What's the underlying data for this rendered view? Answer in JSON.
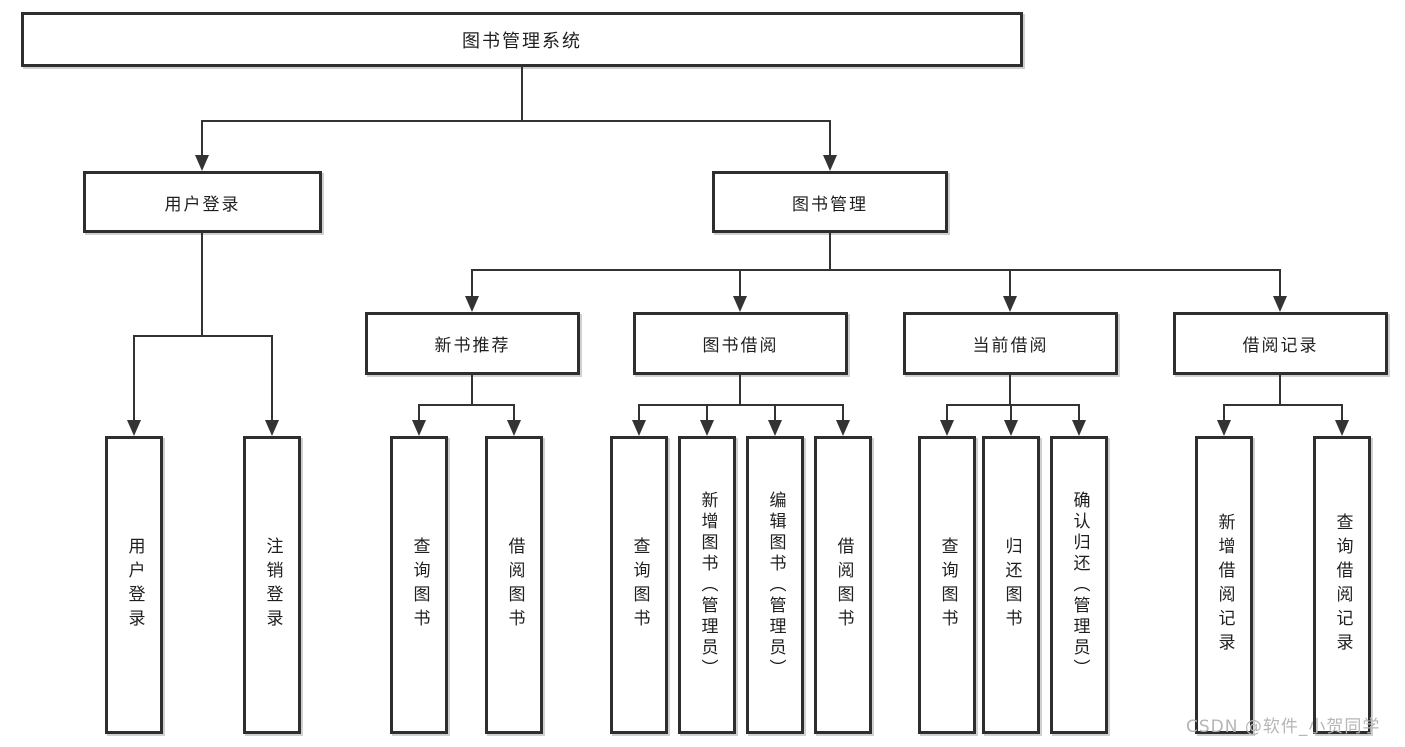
{
  "diagram": {
    "root": {
      "label": "图书管理系统"
    },
    "level2": [
      {
        "label": "用户登录"
      },
      {
        "label": "图书管理"
      }
    ],
    "level3": [
      {
        "label": "新书推荐"
      },
      {
        "label": "图书借阅"
      },
      {
        "label": "当前借阅"
      },
      {
        "label": "借阅记录"
      }
    ],
    "level4": {
      "user_login": [
        {
          "label": "用户登录"
        },
        {
          "label": "注销登录"
        }
      ],
      "new_book_recommend": [
        {
          "label": "查询图书"
        },
        {
          "label": "借阅图书"
        }
      ],
      "book_borrowing": [
        {
          "label": "查询图书"
        },
        {
          "label": "新增图书（管理员）"
        },
        {
          "label": "编辑图书（管理员）"
        },
        {
          "label": "借阅图书"
        }
      ],
      "current_borrowing": [
        {
          "label": "查询图书"
        },
        {
          "label": "归还图书"
        },
        {
          "label": "确认归还（管理员）"
        }
      ],
      "borrow_records": [
        {
          "label": "新增借阅记录"
        },
        {
          "label": "查询借阅记录"
        }
      ]
    }
  },
  "watermark": {
    "text": "CSDN @软件_小贺同学"
  },
  "colors": {
    "line": "#333333",
    "border": "#2e2e2e",
    "text": "#1f1f1f",
    "watermark": "#b6b6b6",
    "background": "#ffffff"
  }
}
